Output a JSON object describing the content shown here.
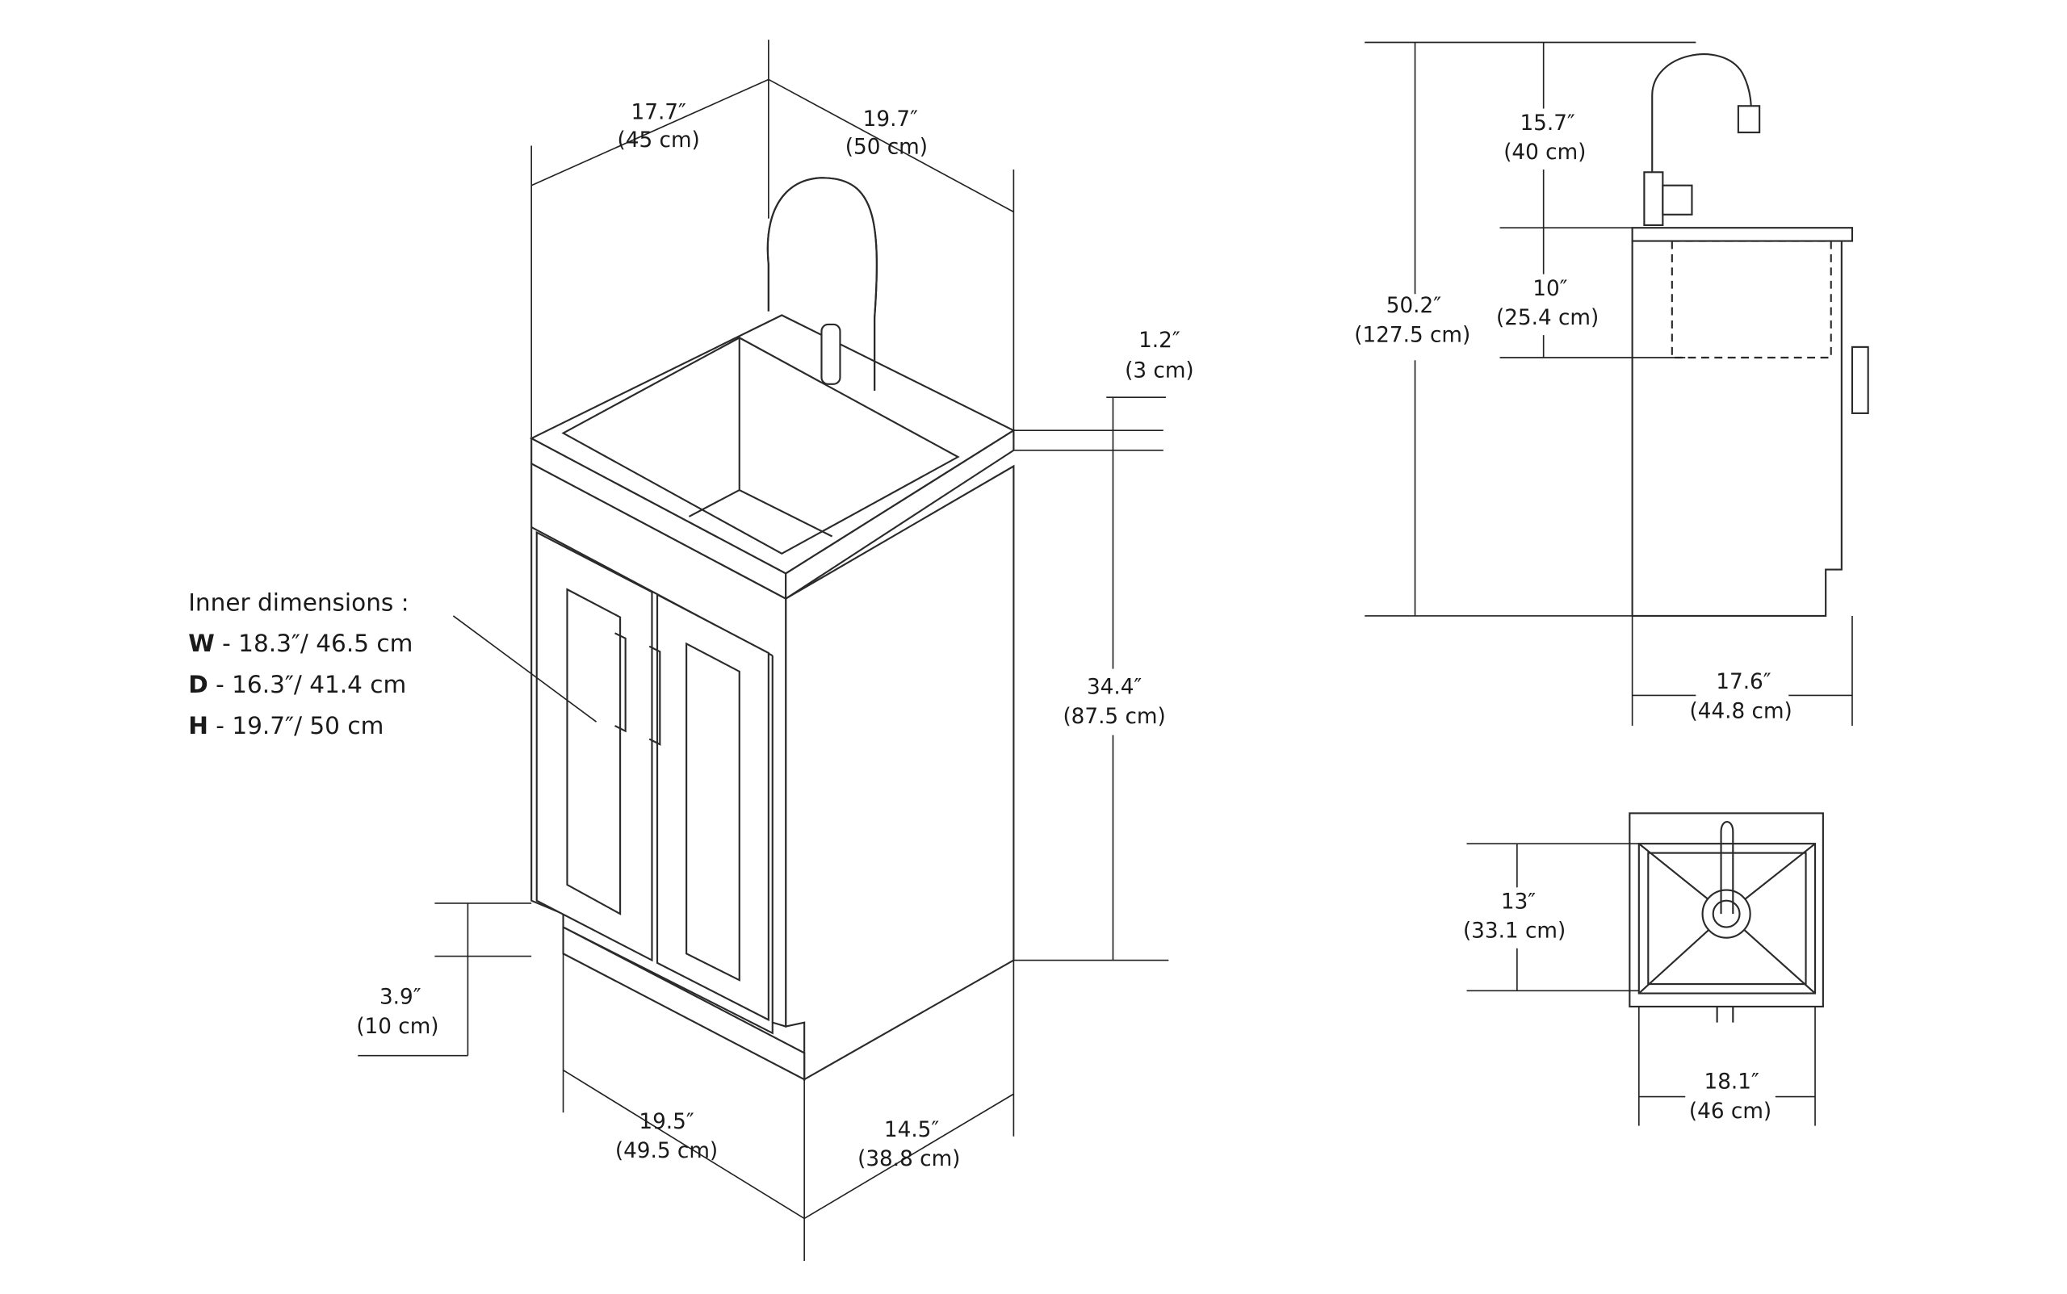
{
  "inner_dimensions": {
    "title": "Inner dimensions  :",
    "rows": [
      {
        "key": "W",
        "value": " - 18.3″/ 46.5 cm"
      },
      {
        "key": "D",
        "value": " - 16.3″/ 41.4 cm"
      },
      {
        "key": "H",
        "value": " - 19.7″/ 50 cm"
      }
    ]
  },
  "iso_view": {
    "width_top": {
      "in": "17.7″",
      "cm": "(45 cm)"
    },
    "depth_top": {
      "in": "19.7″",
      "cm": "(50 cm)"
    },
    "counter_thickness": {
      "in": "1.2″",
      "cm": "(3 cm)"
    },
    "cabinet_height": {
      "in": "34.4″",
      "cm": "(87.5 cm)"
    },
    "toe_kick": {
      "in": "3.9″",
      "cm": "(10 cm)"
    },
    "base_width": {
      "in": "19.5″",
      "cm": "(49.5 cm)"
    },
    "base_depth": {
      "in": "14.5″",
      "cm": "(38.8 cm)"
    }
  },
  "side_view": {
    "total_height": {
      "in": "50.2″",
      "cm": "(127.5 cm)"
    },
    "faucet_height": {
      "in": "15.7″",
      "cm": "(40 cm)"
    },
    "basin_depth": {
      "in": "10″",
      "cm": "(25.4 cm)"
    },
    "depth": {
      "in": "17.6″",
      "cm": "(44.8 cm)"
    }
  },
  "top_view": {
    "basin_length": {
      "in": "13″",
      "cm": "(33.1 cm)"
    },
    "basin_width": {
      "in": "18.1″",
      "cm": "(46 cm)"
    }
  }
}
